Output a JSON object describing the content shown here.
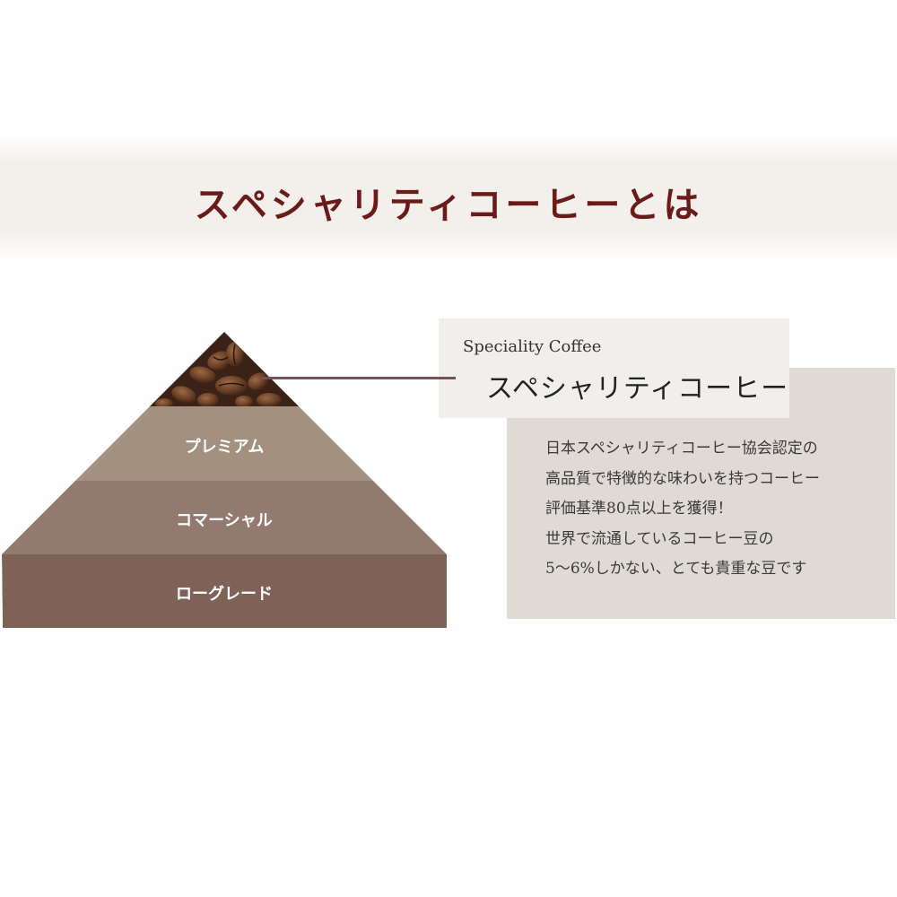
{
  "header": {
    "title": "スペシャリティコーヒーとは"
  },
  "pyramid": {
    "tiers": [
      {
        "label": "",
        "name": "speciality",
        "fill": "beans-photo"
      },
      {
        "label": "プレミアム",
        "name": "premium",
        "color": "#a39180"
      },
      {
        "label": "コマーシャル",
        "name": "commercial",
        "color": "#927a6e"
      },
      {
        "label": "ローグレード",
        "name": "low-grade",
        "color": "#7e6258"
      }
    ]
  },
  "callout": {
    "en_label": "Speciality Coffee",
    "jp_label": "スペシャリティコーヒー",
    "description": [
      "日本スペシャリティコーヒー協会認定の",
      "高品質で特徴的な味わいを持つコーヒー",
      "評価基準80点以上を獲得！",
      "世界で流通しているコーヒー豆の",
      "5〜6%しかない、とても貴重な豆です"
    ]
  },
  "colors": {
    "title": "#6b1a1a",
    "light_box": "#f1efeb",
    "dark_box": "#e0dad5",
    "connector": "#6e5656"
  }
}
